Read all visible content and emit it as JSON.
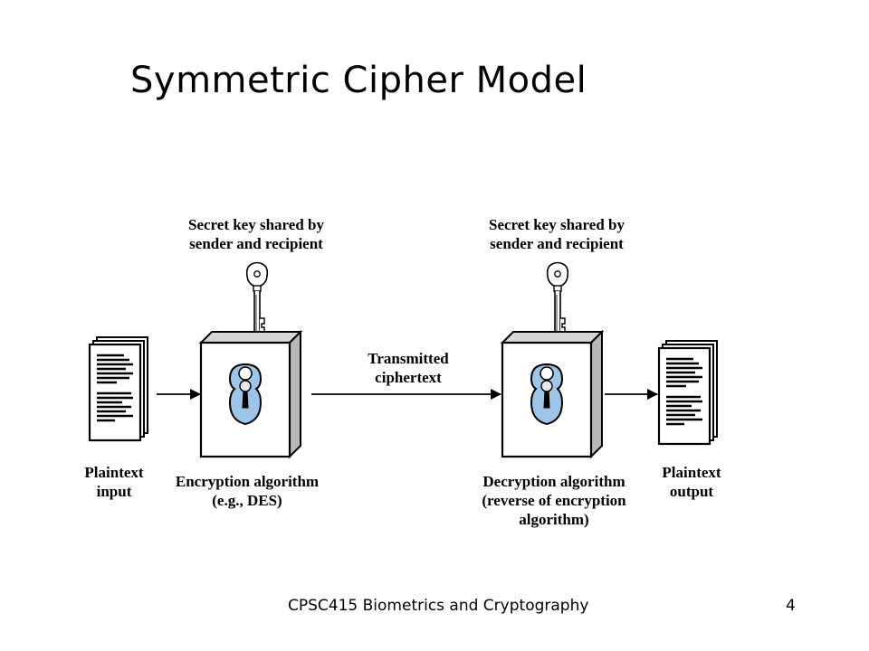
{
  "slide": {
    "title": "Symmetric Cipher Model",
    "footer": "CPSC415 Biometrics and Cryptography",
    "page_number": "4"
  },
  "diagram": {
    "key_label_left": "Secret key shared by\nsender and recipient",
    "key_label_right": "Secret key shared by\nsender and recipient",
    "plaintext_input_label": "Plaintext\ninput",
    "encryption_label": "Encryption algorithm\n(e.g., DES)",
    "transmitted_label": "Transmitted\nciphertext",
    "decryption_label": "Decryption algorithm\n(reverse of encryption\nalgorithm)",
    "plaintext_output_label": "Plaintext\noutput",
    "colors": {
      "lock_plate": "#9ec5e8",
      "box_side": "#b8b8b8",
      "box_top": "#d6d6d6"
    }
  }
}
